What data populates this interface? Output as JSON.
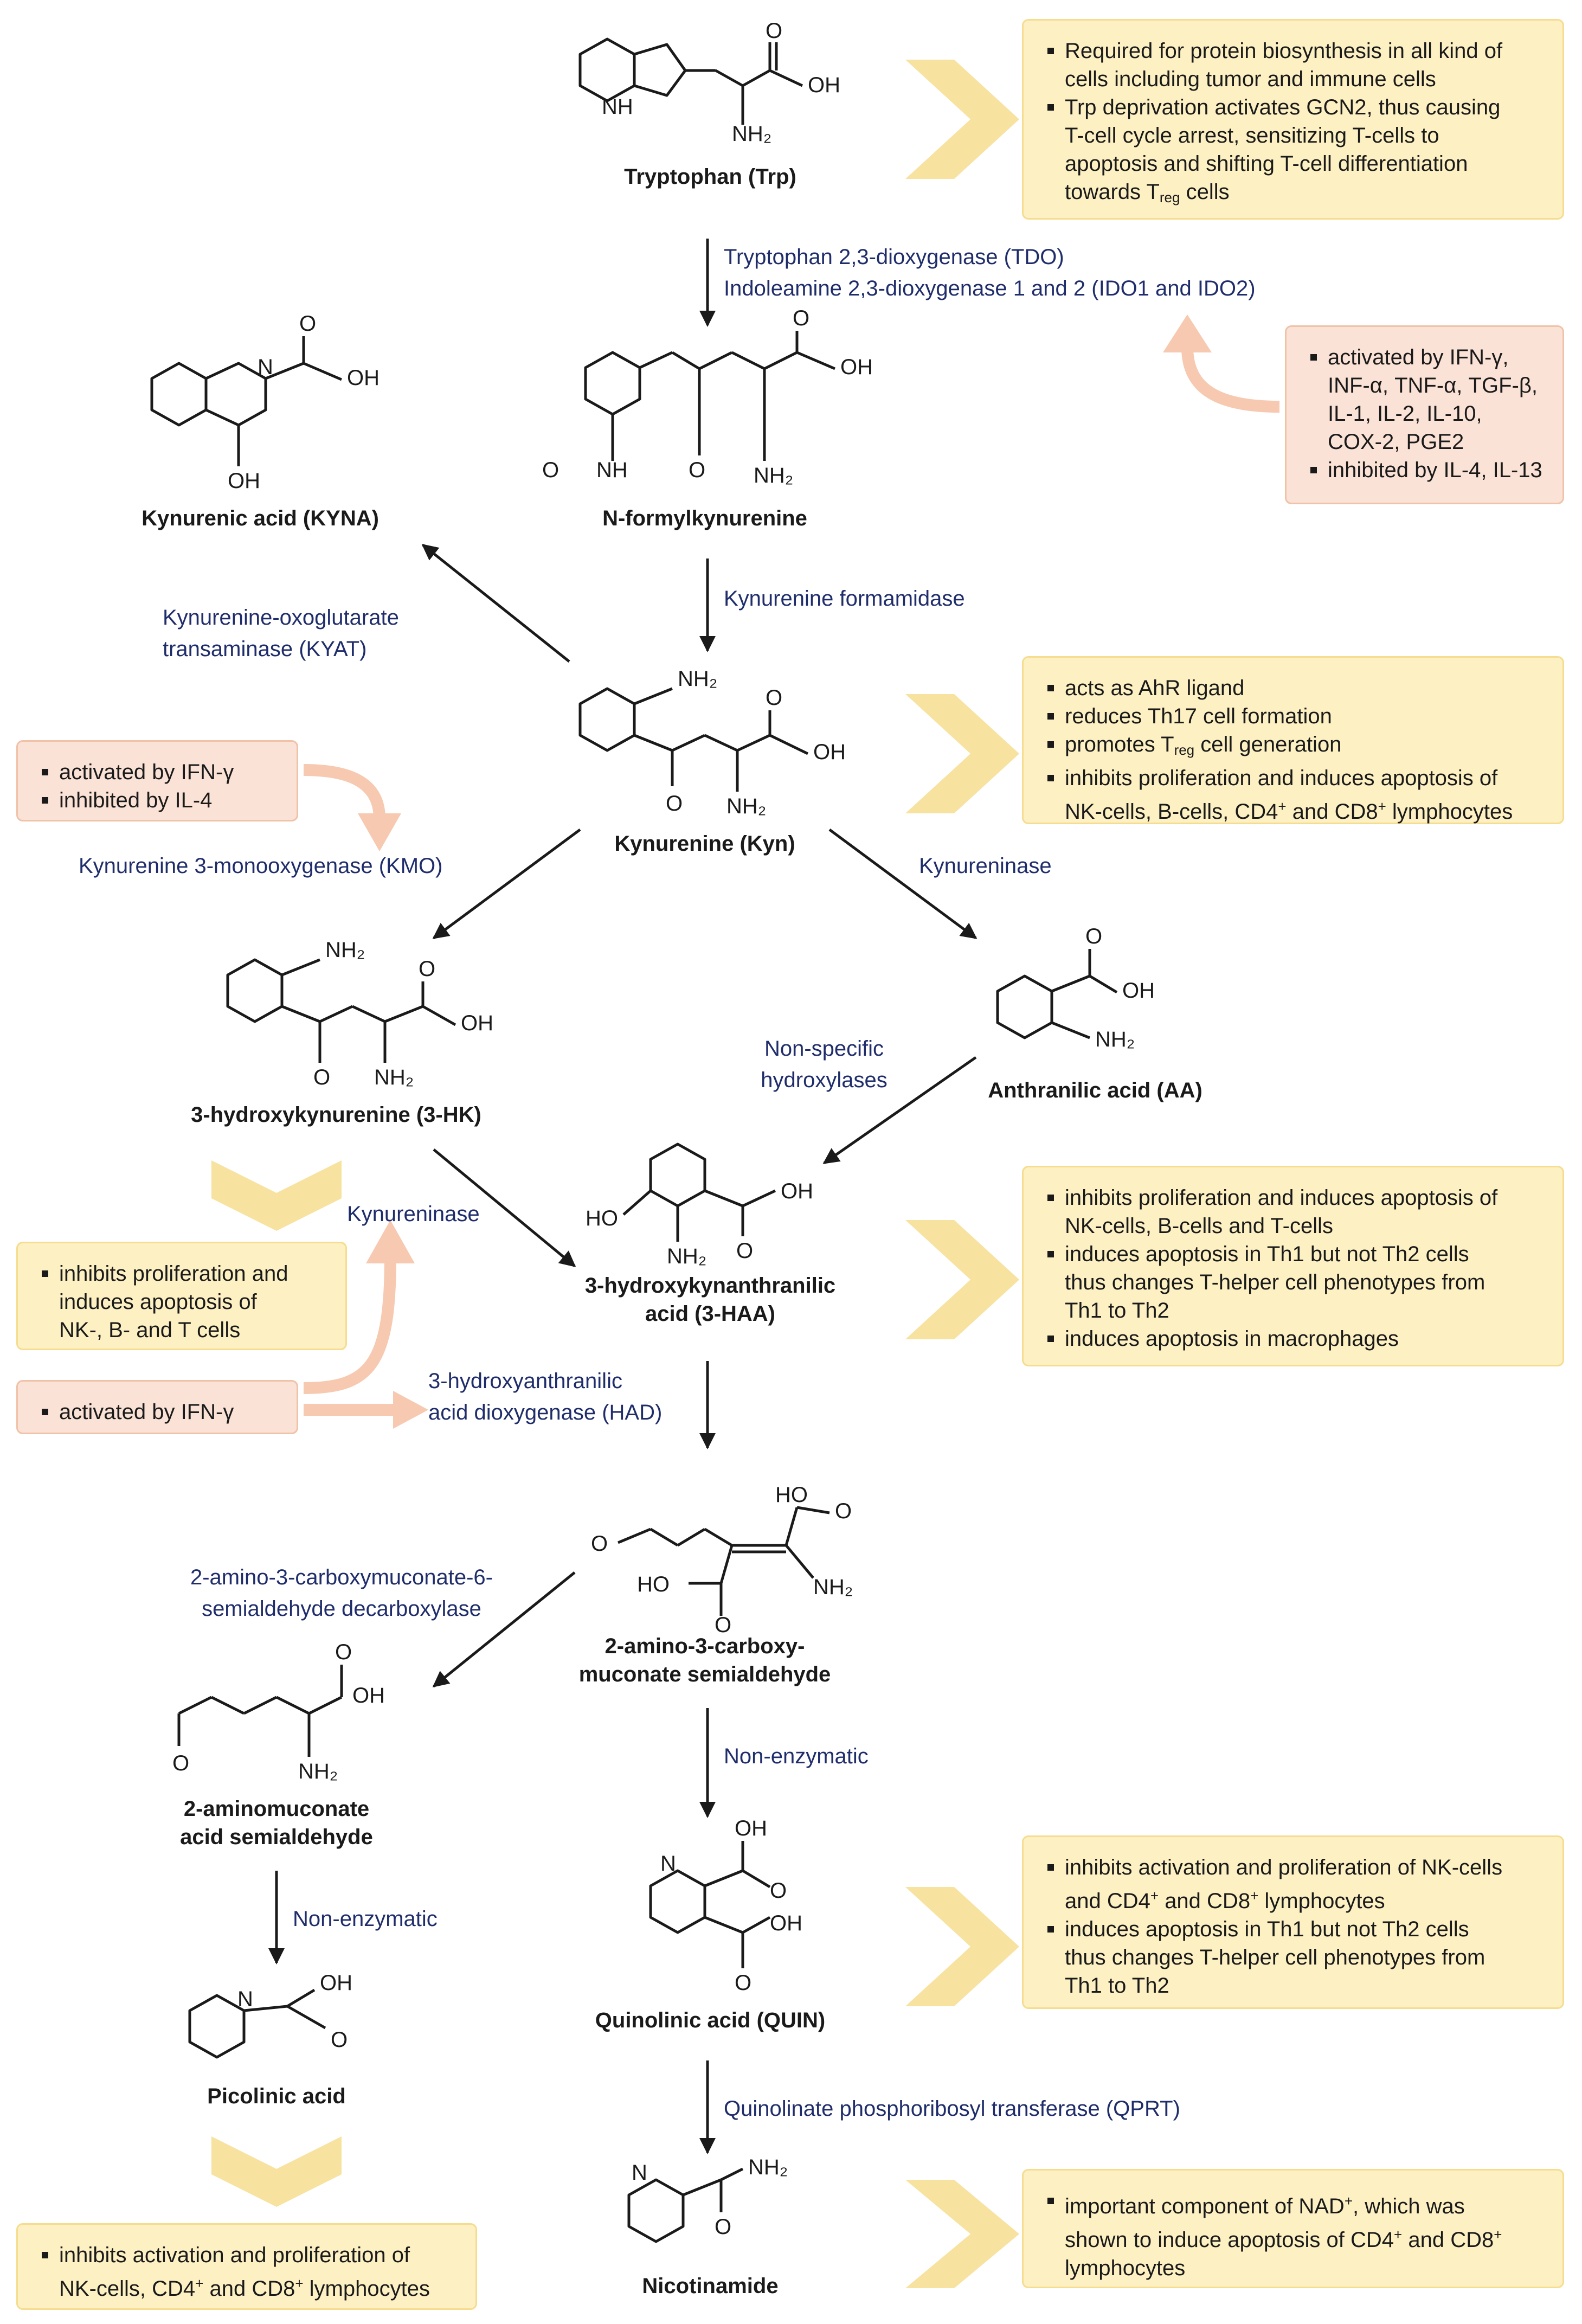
{
  "compounds": {
    "trp": "Tryptophan (Trp)",
    "nfk": "N-formylkynurenine",
    "kyna": "Kynurenic acid (KYNA)",
    "kyn": "Kynurenine (Kyn)",
    "hk": "3-hydroxykynurenine (3-HK)",
    "aa": "Anthranilic acid (AA)",
    "haa": "3-hydroxykynanthranilic\nacid (3-HAA)",
    "acms": "2-amino-3-carboxy-\nmuconate semialdehyde",
    "ams": "2-aminomuconate\nacid semialdehyde",
    "quin": "Quinolinic acid (QUIN)",
    "pic": "Picolinic acid",
    "nam": "Nicotinamide"
  },
  "enzymes": {
    "tdo": "Tryptophan 2,3-dioxygenase (TDO)",
    "ido": "Indoleamine 2,3-dioxygenase 1 and 2 (IDO1 and IDO2)",
    "kf": "Kynurenine formamidase",
    "kyat": "Kynurenine-oxoglutarate\ntransaminase (KYAT)",
    "kmo": "Kynurenine 3-monooxygenase (KMO)",
    "kynu_right": "Kynureninase",
    "nsh": "Non-specific\nhydroxylases",
    "kynu_left": "Kynureninase",
    "had": "3-hydroxyanthranilic\nacid dioxygenase (HAD)",
    "acmsd": "2-amino-3-carboxymuconate-6-\nsemialdehyde decarboxylase",
    "nonenz_right": "Non-enzymatic",
    "nonenz_left": "Non-enzymatic",
    "qprt": "Quinolinate phosphoribosyl transferase (QPRT)"
  },
  "atoms": {
    "O": "O",
    "OH": "OH",
    "NH": "NH",
    "NH2": "NH₂",
    "N": "N",
    "HO": "HO"
  },
  "boxes": {
    "trp": [
      "Required for protein biosynthesis in all kind of\ncells including tumor and immune cells",
      "Trp deprivation activates GCN2, thus causing\nT-cell cycle arrest, sensitizing T-cells to\napoptosis and shifting T-cell differentiation\ntowards T"
    ],
    "trp_sub": "reg",
    "trp_tail": " cells",
    "ido": [
      "activated by IFN-γ,\nINF-α, TNF-α, TGF-β,\nIL-1, IL-2, IL-10,\nCOX-2, PGE2",
      "inhibited by IL-4, IL-13"
    ],
    "kyn": [
      "acts as AhR ligand",
      "reduces Th17 cell formation",
      "promotes T",
      "inhibits proliferation and induces apoptosis of\nNK-cells, B-cells, CD4",
      "and CD8",
      "lymphocytes"
    ],
    "kyn_sub": "reg",
    "kyn_tail": " cell generation",
    "kyn_sup": "+",
    "kmo": [
      "activated by IFN-γ",
      "inhibited by IL-4"
    ],
    "haa": [
      "inhibits proliferation and induces apoptosis of\nNK-cells, B-cells and T-cells",
      "induces apoptosis in Th1 but not Th2 cells\nthus changes T-helper cell phenotypes from\nTh1 to Th2",
      "induces apoptosis in macrophages"
    ],
    "hk": [
      "inhibits proliferation and\ninduces apoptosis of\nNK-, B- and T cells"
    ],
    "had": [
      "activated by IFN-γ"
    ],
    "quin": [
      "inhibits activation and proliferation of NK-cells\nand CD4",
      "and CD8",
      "lymphocytes",
      "induces apoptosis in Th1 but not Th2 cells\nthus changes T-helper cell phenotypes from\nTh1 to Th2"
    ],
    "nam": [
      "important component of NAD",
      ", which was\nshown to induce apoptosis of CD4",
      "and CD8",
      "\nlymphocytes"
    ],
    "pic": [
      "inhibits activation and proliferation of\nNK-cells, CD4",
      "and CD8",
      "lymphocytes"
    ]
  },
  "colors": {
    "yellow_box": "#fdf1c4",
    "pink_box": "#fbe2d6",
    "chevron": "#f7e2a0",
    "pink_arrow": "#f6c9b0",
    "enzyme_text": "#1f2d6b"
  }
}
